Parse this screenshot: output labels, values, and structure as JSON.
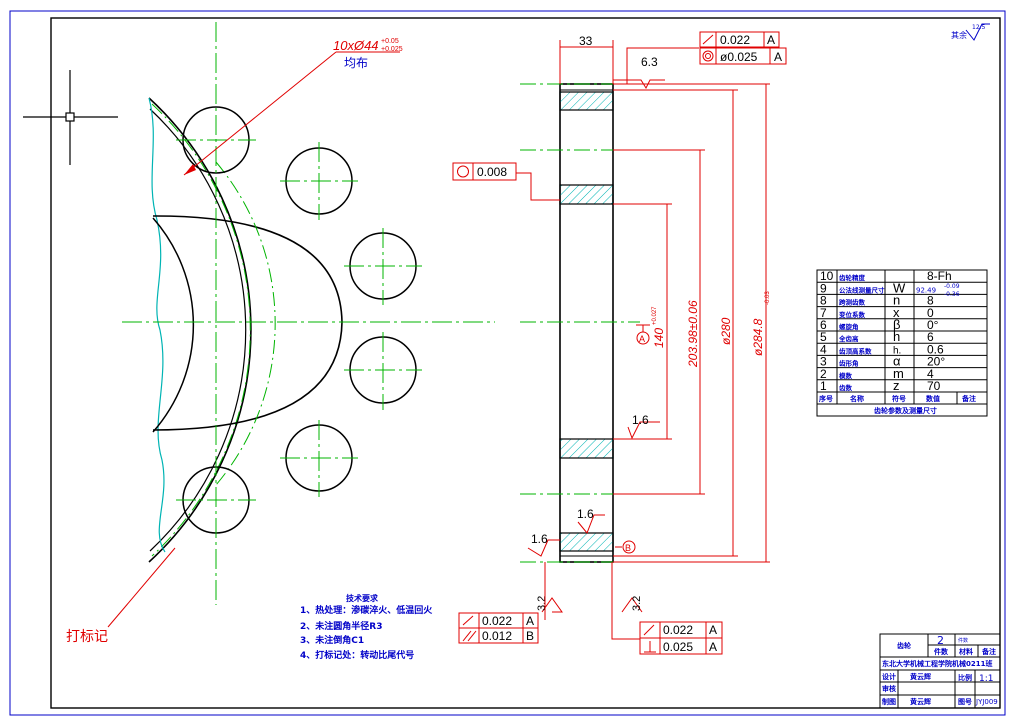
{
  "drawing": {
    "colors": {
      "outline": "#000000",
      "dimension": "#e00000",
      "center": "#00b400",
      "hatch": "#00b4b4",
      "note": "#0000c8"
    },
    "labels": {
      "hole_spec": "10xØ44",
      "hole_tol_upper": "+0.05",
      "hole_tol_lower": "+0.025",
      "evenly": "均布",
      "marking": "打标记",
      "top_right_note": "其余",
      "top_right_rough": "12.5"
    },
    "dims": {
      "width": "33",
      "rough_top": "6.3",
      "rough_mid": "1.6",
      "rough_bottom": "1.6",
      "rough_left": "1.6",
      "rough_32a": "3.2",
      "rough_32b": "3.2",
      "d140": "140",
      "d140_tol": "+0.027",
      "d140_tol2": "0",
      "d203": "203.98±0.06",
      "d280": "ø280",
      "d284": "ø284.8",
      "d284_tol": "0",
      "d284_tol2": "-0.03",
      "datum_a": "A",
      "datum_b": "B"
    },
    "frames": {
      "top1_val": "0.022",
      "top1_ref": "A",
      "top2_val": "ø0.025",
      "top2_ref": "A",
      "circ_val": "0.008",
      "bl1_val": "0.022",
      "bl1_ref": "A",
      "bl2_val": "0.012",
      "bl2_ref": "B",
      "br1_val": "0.022",
      "br1_ref": "A",
      "br2_val": "0.025",
      "br2_ref": "A"
    },
    "param_table": {
      "rows": [
        {
          "no": "10",
          "name": "齿轮精度",
          "sym": "",
          "val": "8-Fh"
        },
        {
          "no": "9",
          "name": "公法线测量尺寸",
          "sym": "W",
          "val": "92.49"
        },
        {
          "no": "8",
          "name": "跨测齿数",
          "sym": "n",
          "val": "8"
        },
        {
          "no": "7",
          "name": "变位系数",
          "sym": "x",
          "val": "0"
        },
        {
          "no": "6",
          "name": "螺旋角",
          "sym": "β",
          "val": "0°"
        },
        {
          "no": "5",
          "name": "全齿高",
          "sym": "h",
          "val": "6"
        },
        {
          "no": "4",
          "name": "齿顶高系数",
          "sym": "h.",
          "val": "0.6"
        },
        {
          "no": "3",
          "name": "齿形角",
          "sym": "α",
          "val": "20°"
        },
        {
          "no": "2",
          "name": "模数",
          "sym": "m",
          "val": "4"
        },
        {
          "no": "1",
          "name": "齿数",
          "sym": "z",
          "val": "70"
        }
      ],
      "w_tol_upper": "-0.09",
      "w_tol_lower": "-0.36",
      "header": {
        "no": "序号",
        "name": "名称",
        "sym": "符号",
        "val": "数值",
        "remark": "备注"
      },
      "footer": "齿轮参数及测量尺寸"
    },
    "tech_notes": {
      "title": "技术要求",
      "items": [
        "1、热处理：渗碳淬火、低温回火",
        "2、未注圆角半径R3",
        "3、未注倒角C1",
        "4、打标记处：转动比尾代号"
      ]
    },
    "title_block": {
      "part_name": "齿轮",
      "qty": "2",
      "qty_unit": "件数",
      "material_head": "材料",
      "remark_head": "备注",
      "piece_label": "件数",
      "school": "东北大学机械工程学院机械0211班",
      "design_label": "设计",
      "designer": "黄云辉",
      "check_label": "审核",
      "drawer_label": "制图",
      "drawer": "黄云辉",
      "scale_label": "比例",
      "scale": "1:1",
      "drawing_no_label": "图号",
      "drawing_no": "JYJ009"
    }
  }
}
